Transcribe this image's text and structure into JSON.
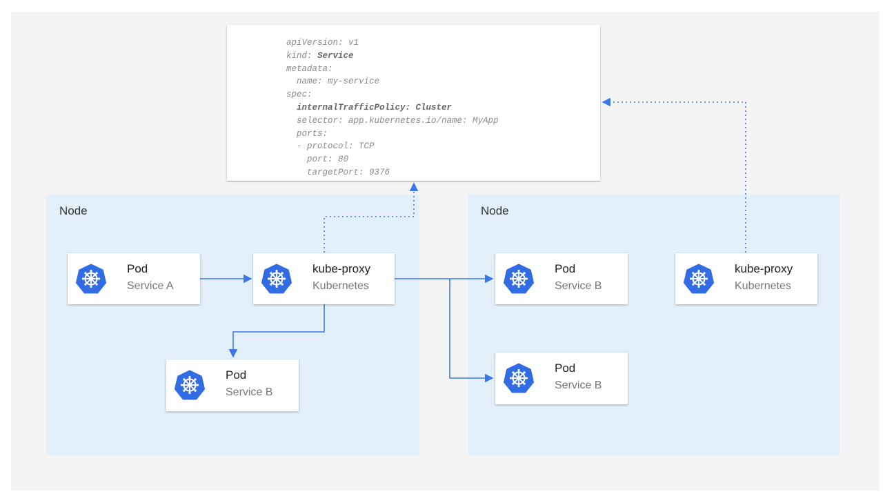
{
  "yaml": {
    "lines": [
      {
        "indent": 0,
        "key": "apiVersion:",
        "value": " v1",
        "bold": false
      },
      {
        "indent": 0,
        "key": "kind:",
        "value": " Service",
        "bold": "value"
      },
      {
        "indent": 0,
        "key": "metadata:",
        "value": "",
        "bold": false
      },
      {
        "indent": 2,
        "key": "name:",
        "value": " my-service",
        "bold": false
      },
      {
        "indent": 0,
        "key": "spec:",
        "value": "",
        "bold": false
      },
      {
        "indent": 2,
        "key": "internalTrafficPolicy:",
        "value": " Cluster",
        "bold": "all"
      },
      {
        "indent": 2,
        "key": "selector:",
        "value": " app.kubernetes.io/name: MyApp",
        "bold": false
      },
      {
        "indent": 2,
        "key": "ports:",
        "value": "",
        "bold": false
      },
      {
        "indent": 2,
        "key": "- protocol:",
        "value": " TCP",
        "bold": false
      },
      {
        "indent": 4,
        "key": "port:",
        "value": " 80",
        "bold": false
      },
      {
        "indent": 4,
        "key": "targetPort:",
        "value": " 9376",
        "bold": false
      }
    ]
  },
  "nodes": [
    {
      "label": "Node"
    },
    {
      "label": "Node"
    }
  ],
  "cards": {
    "pod_a": {
      "title": "Pod",
      "subtitle": "Service A",
      "icon": "kubernetes-helm-icon"
    },
    "proxy_left": {
      "title": "kube-proxy",
      "subtitle": "Kubernetes",
      "icon": "kubernetes-helm-icon"
    },
    "pod_b_left": {
      "title": "Pod",
      "subtitle": "Service B",
      "icon": "kubernetes-helm-icon"
    },
    "pod_b_right_top": {
      "title": "Pod",
      "subtitle": "Service B",
      "icon": "kubernetes-helm-icon"
    },
    "pod_b_right_bottom": {
      "title": "Pod",
      "subtitle": "Service B",
      "icon": "kubernetes-helm-icon"
    },
    "proxy_right": {
      "title": "kube-proxy",
      "subtitle": "Kubernetes",
      "icon": "kubernetes-helm-icon"
    }
  },
  "colors": {
    "arrow": "#3b78e7",
    "icon": "#326ce5",
    "node_bg": "#e3f0fc",
    "panel_bg": "#f4f4f4"
  }
}
